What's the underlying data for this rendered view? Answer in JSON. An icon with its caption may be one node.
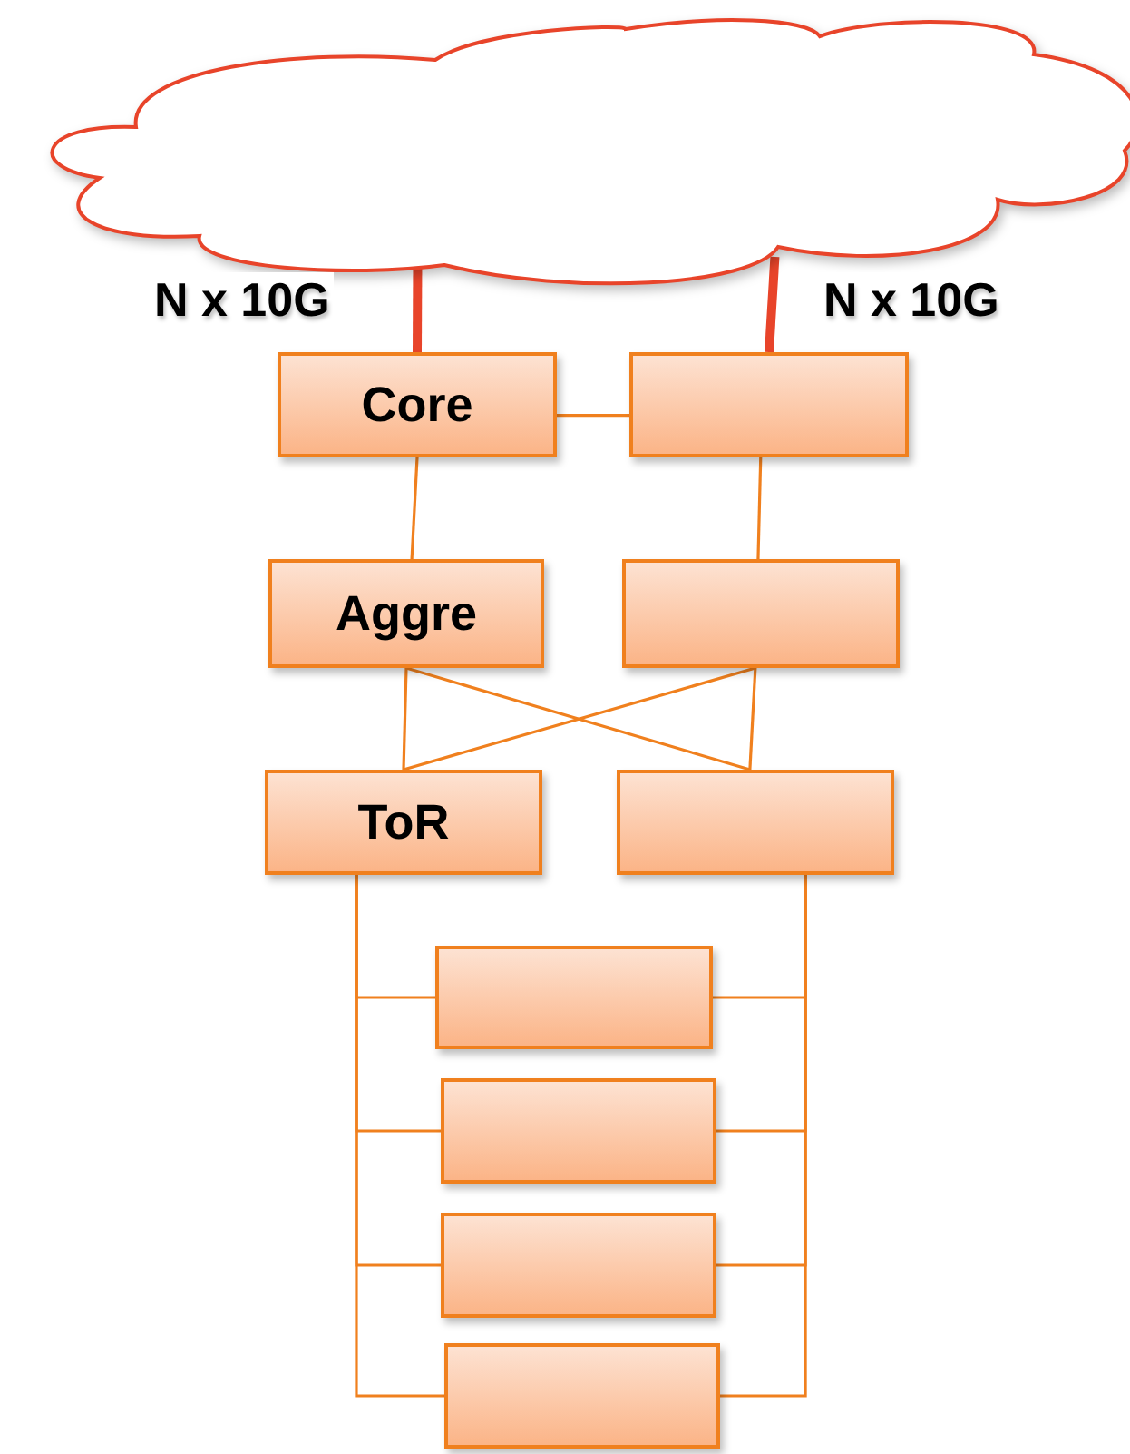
{
  "diagram": {
    "nodes": [
      {
        "text": [],
        "shape": "cloud"
      },
      {
        "text": [
          "Core"
        ]
      },
      {
        "text": [],
        "shape": "box"
      },
      {
        "text": [
          "Aggre"
        ]
      },
      {
        "text": [],
        "shape": "box"
      },
      {
        "text": [
          "ToR"
        ]
      },
      {
        "text": [],
        "shape": "box"
      },
      {
        "text": [],
        "shape": "box"
      },
      {
        "text": [],
        "shape": "box"
      },
      {
        "text": [],
        "shape": "box"
      },
      {
        "text": [],
        "shape": "box"
      }
    ],
    "edges": [
      {
        "from": 0,
        "to": 1,
        "arrow": "none",
        "label": "N x 10G",
        "style": "thick",
        "color": "#e8442a"
      },
      {
        "from": 0,
        "to": 2,
        "arrow": "none",
        "label": "N x 10G",
        "style": "thick",
        "color": "#e8442a"
      },
      {
        "from": 1,
        "to": 2,
        "arrow": "none"
      },
      {
        "from": 1,
        "to": 3,
        "arrow": "none"
      },
      {
        "from": 2,
        "to": 4,
        "arrow": "none"
      },
      {
        "from": 3,
        "to": 5,
        "arrow": "none"
      },
      {
        "from": 3,
        "to": 6,
        "arrow": "none"
      },
      {
        "from": 4,
        "to": 5,
        "arrow": "none"
      },
      {
        "from": 4,
        "to": 6,
        "arrow": "none"
      },
      {
        "from": 5,
        "to": 7,
        "arrow": "none"
      },
      {
        "from": 5,
        "to": 8,
        "arrow": "none"
      },
      {
        "from": 5,
        "to": 9,
        "arrow": "none"
      },
      {
        "from": 5,
        "to": 10,
        "arrow": "none"
      },
      {
        "from": 6,
        "to": 7,
        "arrow": "none"
      },
      {
        "from": 6,
        "to": 8,
        "arrow": "none"
      },
      {
        "from": 6,
        "to": 9,
        "arrow": "none"
      },
      {
        "from": 6,
        "to": 10,
        "arrow": "none"
      }
    ]
  }
}
